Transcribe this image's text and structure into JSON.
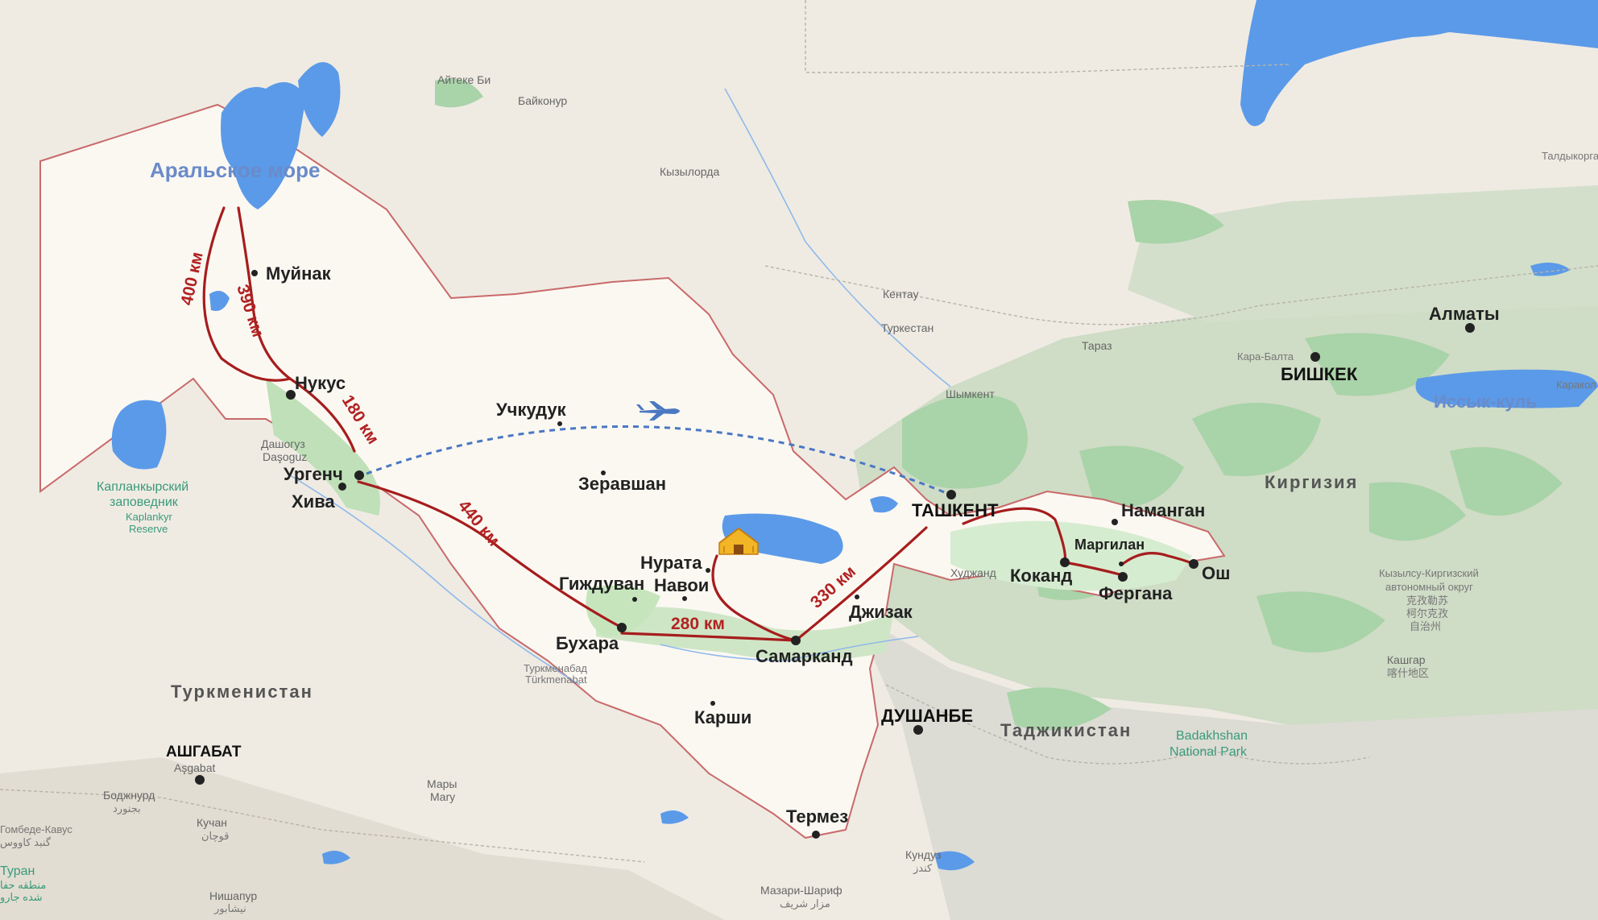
{
  "colors": {
    "land": "#efebe3",
    "uzbekistan": "#fbf8f2",
    "border": "#c96a6a",
    "water": "#5b9ae8",
    "mountain": "#c9d9c1",
    "green": "#a3d2a3",
    "route": "#a61d1d",
    "flight": "#4a78c2"
  },
  "cities": [
    {
      "name": "Муйнак"
    },
    {
      "name": "Нукус"
    },
    {
      "name": "Ургенч"
    },
    {
      "name": "Хива"
    },
    {
      "name": "Учкудук"
    },
    {
      "name": "Зеравшан"
    },
    {
      "name": "Нурата"
    },
    {
      "name": "Навои"
    },
    {
      "name": "Гиждуван"
    },
    {
      "name": "Бухара"
    },
    {
      "name": "Самарканд"
    },
    {
      "name": "Джизак"
    },
    {
      "name": "Карши"
    },
    {
      "name": "Термез"
    },
    {
      "name": "ТАШКЕНТ"
    },
    {
      "name": "Наманган"
    },
    {
      "name": "Маргилан"
    },
    {
      "name": "Коканд"
    },
    {
      "name": "Фергана"
    },
    {
      "name": "Ош"
    },
    {
      "name": "ДУШАНБЕ"
    },
    {
      "name": "БИШКЕК"
    },
    {
      "name": "Алматы"
    },
    {
      "name": "АШГАБАТ"
    }
  ],
  "small_places": [
    "Айтеке Би",
    "Байконур",
    "Кызылорда",
    "Кентау",
    "Туркестан",
    "Тараз",
    "Кара-Балта",
    "Шымкент",
    "Талдыкорган",
    "Каракол",
    "Дашогуз",
    "Daşoguz",
    "Туркменабад",
    "Türkmenabat",
    "Мары",
    "Mary",
    "Боджнурд",
    "بجنورد",
    "Кучан",
    "قوچان",
    "Нишапур",
    "نیشابور",
    "Мазари-Шариф",
    "مزار شریف",
    "Кундуз",
    "کندز",
    "Худжанд",
    "Aşgabat",
    "Кашгар",
    "喀什地区",
    "Гомбеде-Кавус",
    "گنبد کاووس"
  ],
  "countries": [
    "Туркменистан",
    "Таджикистан",
    "Киргизия"
  ],
  "water": {
    "aral": "Аральское море",
    "issyk_kul": "Иссык-куль"
  },
  "parks": {
    "kaplankyr": [
      "Капланкырский",
      "заповедник",
      "Kaplankyr",
      "Reserve"
    ],
    "badakhshan": [
      "Badakhshan",
      "National Park"
    ],
    "turan": [
      "Туран",
      "منطقه حفا",
      "شده جارو"
    ]
  },
  "kyrgyz_region": [
    "Кызылсу-Киргизский",
    "автономный округ",
    "克孜勒苏",
    "柯尔克孜",
    "自治州"
  ],
  "distances": [
    "400 км",
    "390 км",
    "180 км",
    "440 км",
    "280 км",
    "330 км"
  ],
  "icons": {
    "yurt": "yurt-icon",
    "plane": "airplane-icon"
  }
}
